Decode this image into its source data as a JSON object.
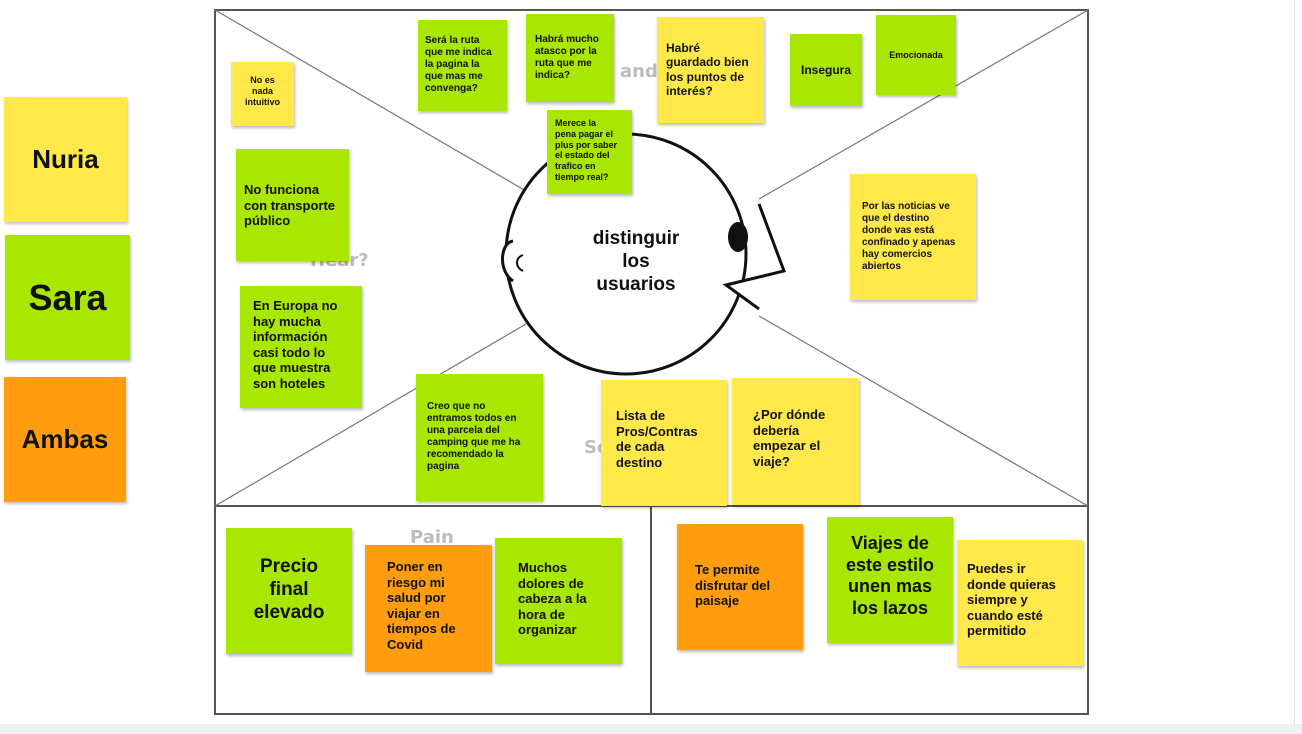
{
  "legend": {
    "nuria": {
      "label": "Nuria",
      "color": "#ffe84a"
    },
    "sara": {
      "label": "Sara",
      "color": "#a9e600"
    },
    "ambas": {
      "label": "Ambas",
      "color": "#ff9d0e"
    }
  },
  "center_text": "distinguir\nlos\nusuarios",
  "ghost": {
    "hear": "and",
    "say": "Hear?",
    "see": "Se",
    "pain": "Pain"
  },
  "notes": {
    "no_intuitivo": "No es\nnada\nintuitivo",
    "sera_ruta": "Será la ruta\nque me indica\nla pagina la\nque mas me\nconvenga?",
    "atasco": "Habrá mucho\natasco por la\nruta que me\nindica?",
    "guardado": "Habré\nguardado bien\nlos puntos de\ninterés?",
    "insegura": "Insegura",
    "emocionada": "Emocionada",
    "merece_pena": "Merece la\npena pagar el\nplus por saber\nel estado del\ntrafico en\ntiempo real?",
    "transporte": "No funciona\ncon transporte\npúblico",
    "noticias": "Por las noticias ve\nque el  destino\ndonde vas está\nconfinado y apenas\nhay comercios\nabiertos",
    "europa": "En Europa no\nhay mucha\ninformación\ncasi todo lo\nque muestra\nson hoteles",
    "parcela": "Creo que no\nentramos todos en\nuna parcela del\ncamping que me ha\nrecomendado la\npagina",
    "pros_contras": "Lista de\nPros/Contras\nde cada\ndestino",
    "por_donde": "¿Por dónde\ndebería\nempezar el\nviaje?",
    "precio": "Precio\nfinal\nelevado",
    "salud": "Poner en\nriesgo mi\nsalud por\nviajar en\ntiempos de\nCovid",
    "dolores": "Muchos\ndolores de\ncabeza a la\nhora de\norganizar",
    "paisaje": "Te permite\ndisfrutar del\npaisaje",
    "viajes": "Viajes de\neste estilo\nunen mas\nlos lazos",
    "puedes_ir": "Puedes ir\ndonde quieras\nsiempre y\ncuando esté\npermitido"
  }
}
